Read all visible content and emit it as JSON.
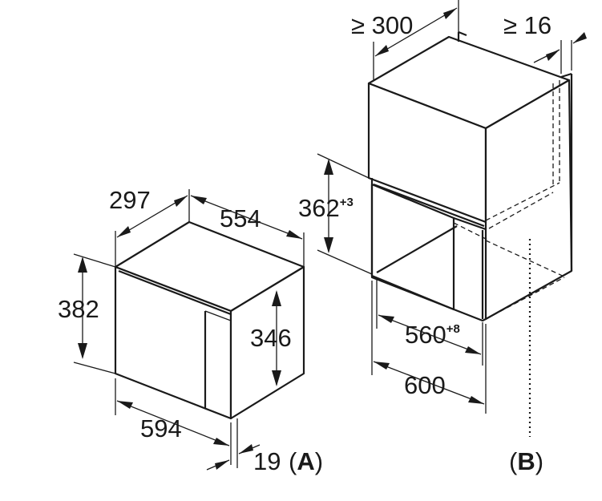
{
  "microwave": {
    "depth": "297",
    "width": "554",
    "height": "382",
    "door_height": "346",
    "front_width": "594",
    "frame_depth": "19",
    "label_pre": "(",
    "label_letter": "A",
    "label_post": ")"
  },
  "cabinet": {
    "min_depth": "≥ 300",
    "min_gap": "≥ 16",
    "niche_height": "362",
    "niche_height_tol": "+3",
    "niche_width": "560",
    "niche_width_tol": "+8",
    "cabinet_width": "600",
    "label_pre": "(",
    "label_letter": "B",
    "label_post": ")"
  },
  "colors": {
    "ink": "#1a1a1a",
    "background": "#ffffff"
  }
}
